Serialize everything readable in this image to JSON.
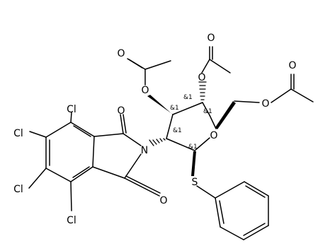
{
  "molecule": {
    "atom_labels": {
      "o_ring": "O",
      "s_thio": "S",
      "n_imide": "N",
      "o_imide_top": "O",
      "o_imide_bottom": "O",
      "cl_1": "Cl",
      "cl_2": "Cl",
      "cl_3": "Cl",
      "cl_4": "Cl",
      "o_ester_c3": "O",
      "o_carbonyl_c3": "O",
      "o_ester_c4": "O",
      "o_carbonyl_c4": "O",
      "o_ester_c6": "O",
      "o_carbonyl_c6": "O"
    },
    "stereo_labels": {
      "c1": "&1",
      "c2": "&1",
      "c3": "&1",
      "c4": "&1",
      "c5": "&1"
    }
  }
}
